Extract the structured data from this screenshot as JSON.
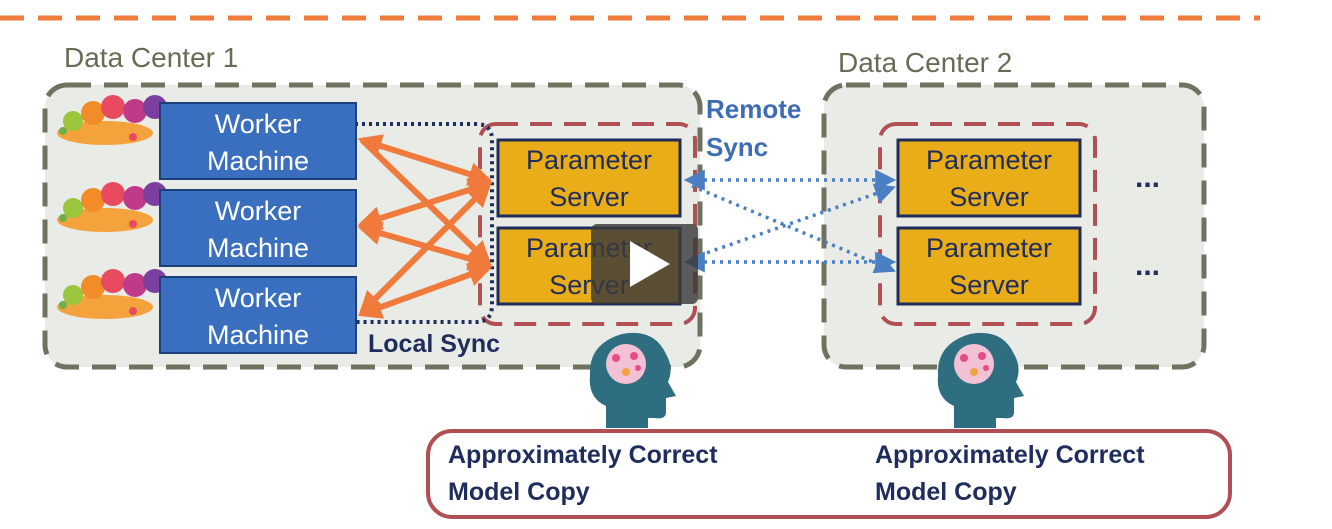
{
  "data_center_1": {
    "title": "Data Center 1",
    "workers": [
      {
        "line1": "Worker",
        "line2": "Machine"
      },
      {
        "line1": "Worker",
        "line2": "Machine"
      },
      {
        "line1": "Worker",
        "line2": "Machine"
      }
    ],
    "parameter_servers": [
      {
        "line1": "Parameter",
        "line2": "Server"
      },
      {
        "line1": "Parameter",
        "line2": "Server"
      }
    ],
    "local_sync_label": "Local Sync"
  },
  "data_center_2": {
    "title": "Data Center 2",
    "parameter_servers": [
      {
        "line1": "Parameter",
        "line2": "Server"
      },
      {
        "line1": "Parameter",
        "line2": "Server"
      }
    ],
    "ellipsis": "..."
  },
  "remote_sync": {
    "line1": "Remote",
    "line2": "Sync"
  },
  "model_copies": [
    {
      "line1": "Approximately Correct",
      "line2": "Model Copy"
    },
    {
      "line1": "Approximately Correct",
      "line2": "Model Copy"
    }
  ],
  "colors": {
    "worker_fill": "#3a6fbf",
    "server_fill": "#e9ad1a",
    "sync_arrow": "#f07a3c",
    "remote_arrow": "#4a7fc4",
    "dc_border": "#6e7360",
    "dc_fill": "#e9ebe6",
    "group_border": "#b04f54",
    "head": "#2f6d80"
  },
  "icons": [
    "cloud-app-cluster-icon",
    "brain-head-icon",
    "play-button-icon"
  ]
}
